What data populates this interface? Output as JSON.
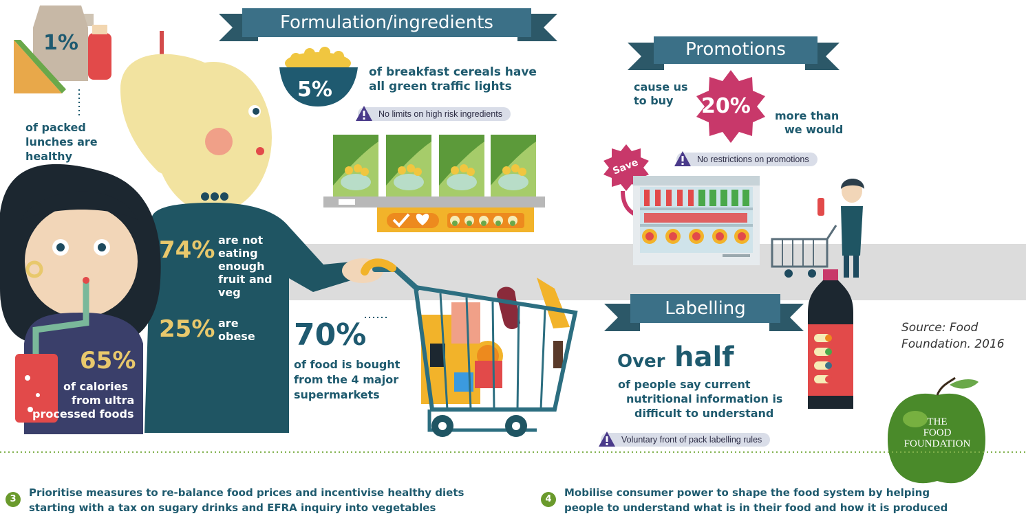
{
  "banners": {
    "formulation": "Formulation/ingredients",
    "promotions": "Promotions",
    "labelling": "Labelling"
  },
  "lunch": {
    "pct": "1%",
    "text": [
      "of packed",
      "lunches are",
      "healthy"
    ]
  },
  "cereal": {
    "pct": "5%",
    "text": [
      "of breakfast cereals have",
      "all green traffic lights"
    ],
    "warning": "No limits on high risk ingredients"
  },
  "promo": {
    "lead": [
      "cause us",
      "to buy"
    ],
    "pct": "20%",
    "tail": [
      "more than",
      "we would"
    ],
    "warning": "No restrictions on promotions",
    "save": "Save"
  },
  "veg": {
    "pct": "74%",
    "text": [
      "are not",
      "eating",
      "enough",
      "fruit and",
      "veg"
    ]
  },
  "obese": {
    "pct": "25%",
    "text": [
      "are",
      "obese"
    ]
  },
  "calories": {
    "pct": "65%",
    "text": [
      "of calories",
      "from ultra",
      "processed foods"
    ]
  },
  "supermarkets": {
    "pct": "70%",
    "text": [
      "of food is bought",
      "from the 4 major",
      "supermarkets"
    ]
  },
  "labelling": {
    "over": "Over",
    "half": "half",
    "text": [
      "of people say current",
      "nutritional information is",
      "difficult to understand"
    ],
    "warning": "Voluntary front of pack labelling rules"
  },
  "source": [
    "Source: Food",
    "Foundation. 2016"
  ],
  "logo": [
    "THE",
    "FOOD",
    "FOUNDATION"
  ],
  "recommendations": [
    {
      "num": "3",
      "lines": [
        "Prioritise measures to re-balance food prices and incentivise healthy diets",
        "starting with a tax on sugary drinks and EFRA inquiry into vegetables"
      ]
    },
    {
      "num": "4",
      "lines": [
        "Mobilise consumer power to shape the food system by helping",
        "people to understand what is in their food and how it is produced"
      ]
    }
  ],
  "colors": {
    "teal": "#1e5a6e",
    "gold": "#e8c86c",
    "magenta": "#c8386a",
    "banner": "#3b7087"
  }
}
